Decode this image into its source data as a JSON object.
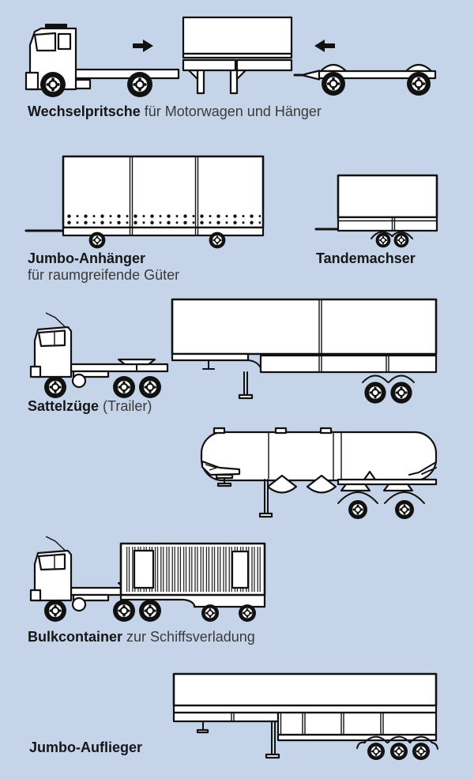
{
  "diagram": {
    "background_color": "#c5d4e9",
    "line_color": "#111111",
    "shape_fill": "#ffffff",
    "label_bold_color": "#161616",
    "label_regular_color": "#3a3a3a"
  },
  "labels": {
    "wechselpritsche": {
      "bold": "Wechselpritsche",
      "rest": "für Motorwagen und Hänger"
    },
    "jumbo_anhaenger": {
      "bold": "Jumbo-Anhänger",
      "line2": "für raumgreifende Güter"
    },
    "tandemachser": {
      "bold": "Tandemachser"
    },
    "sattelzuege": {
      "bold": "Sattelzüge",
      "rest": "(Trailer)"
    },
    "bulkcontainer": {
      "bold": "Bulkcontainer",
      "rest": "zur Schiffsverladung"
    },
    "jumbo_auflieger": {
      "bold": "Jumbo-Auflieger"
    }
  },
  "icons": {
    "arrow_right": "→",
    "arrow_left": "←"
  }
}
